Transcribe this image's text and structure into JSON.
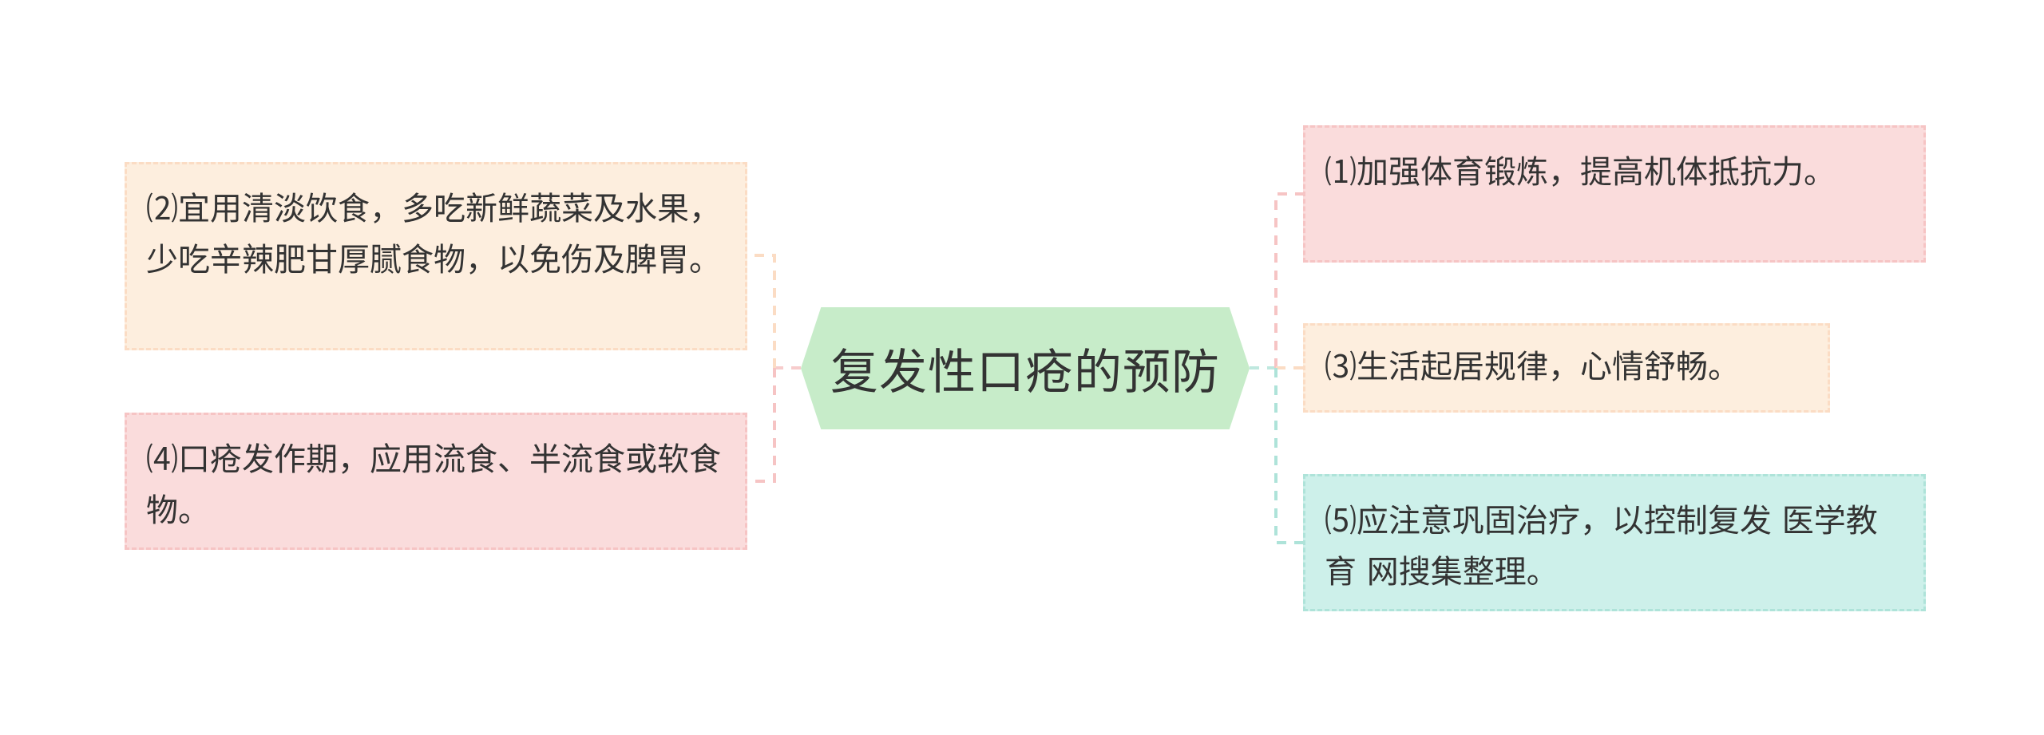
{
  "colors": {
    "center_fill": "#c7ecc9",
    "pink_fill": "#fadcdc",
    "peach_fill": "#fdeede",
    "teal_fill": "#cdf0ea"
  },
  "center": {
    "title": "复发性口疮的预防"
  },
  "left_branches": [
    {
      "text": "⑵宜用清淡饮食，多吃新鲜蔬菜及水果，少吃辛辣肥甘厚腻食物，以免伤及脾胃。",
      "color": "peach"
    },
    {
      "text": "⑷口疮发作期，应用流食、半流食或软食物。",
      "color": "pink"
    }
  ],
  "right_branches": [
    {
      "text": "⑴加强体育锻炼，提高机体抵抗力。",
      "color": "pink"
    },
    {
      "text": "⑶生活起居规律，心情舒畅。",
      "color": "peach"
    },
    {
      "text": "⑸应注意巩固治疗，以控制复发 医学教育 网搜集整理。",
      "color": "teal"
    }
  ]
}
